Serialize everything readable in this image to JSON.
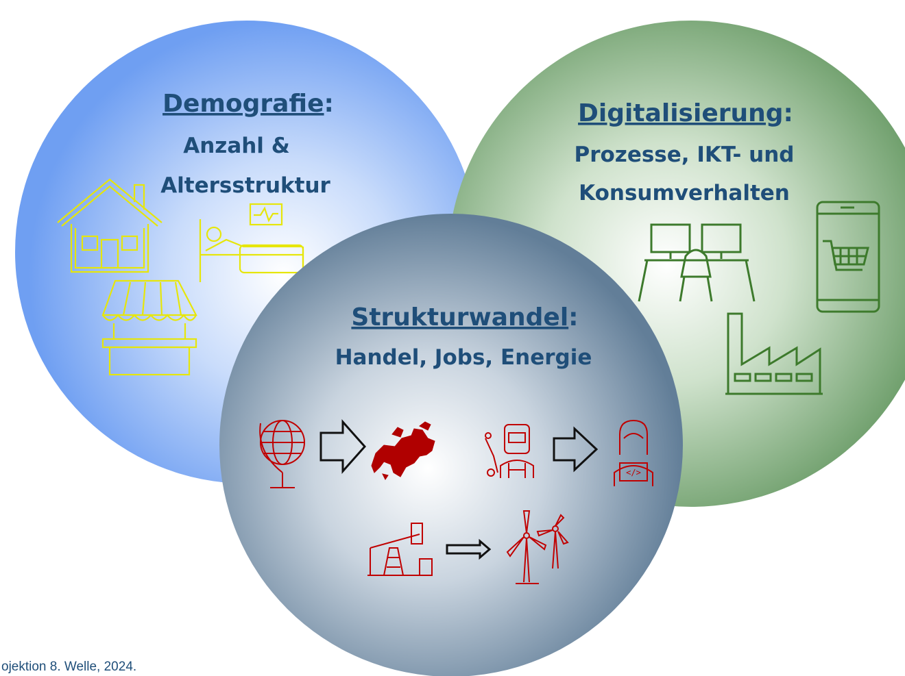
{
  "colors": {
    "demografie_fill": "#7aa8f4",
    "digitalisierung_fill": "#7fae7f",
    "strukturwandel_fill": "#6f8aa3",
    "title_text": "#1f4e79",
    "demografie_icons": "#e6e60a",
    "digital_icons": "#3d7a2c",
    "struktur_icons": "#c00000"
  },
  "circles": {
    "demografie": {
      "title": "Demografie",
      "colon": ":",
      "line1": "Anzahl &",
      "line2": "Altersstruktur"
    },
    "digitalisierung": {
      "title": "Digitalisierung",
      "colon": ":",
      "line1": "Prozesse, IKT- und",
      "line2": "Konsumverhalten"
    },
    "strukturwandel": {
      "title": "Strukturwandel",
      "colon": ":",
      "line1": "Handel, Jobs, Energie"
    }
  },
  "icons": {
    "demografie": [
      "house-icon",
      "hospital-bed-icon",
      "market-stall-icon"
    ],
    "digitalisierung": [
      "workstation-icon",
      "smartphone-cart-icon",
      "factory-icon"
    ],
    "strukturwandel": [
      "globe-icon",
      "arrow-right-icon",
      "europe-map-icon",
      "welder-icon",
      "programmer-icon",
      "oil-pump-icon",
      "wind-turbine-icon"
    ]
  },
  "source_note": "ojektion 8. Welle, 2024."
}
